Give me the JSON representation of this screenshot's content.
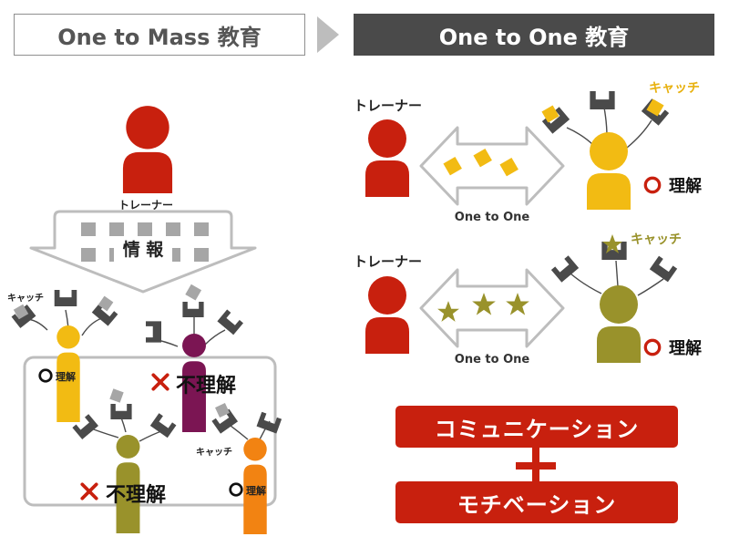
{
  "header": {
    "left_title": "One to Mass 教育",
    "right_title": "One to One 教育"
  },
  "left_panel": {
    "trainer_label": "トレーナー",
    "info_label": "情 報",
    "catch_label_1": "キャッチ",
    "catch_label_2": "キャッチ",
    "understand_label_1": "理解",
    "understand_label_2": "理解",
    "not_understand_label_1": "不理解",
    "not_understand_label_2": "不理解"
  },
  "right_panel": {
    "row1": {
      "trainer_label": "トレーナー",
      "arrow_label": "One to One",
      "catch_label": "キャッチ",
      "understand_label": "理解"
    },
    "row2": {
      "trainer_label": "トレーナー",
      "arrow_label": "One to One",
      "catch_label": "キャッチ",
      "understand_label": "理解"
    }
  },
  "bottom": {
    "communication_label": "コミュニケーション",
    "motivation_label": "モチベーション"
  },
  "colors": {
    "trainer_red": "#c8200e",
    "yellow": "#f2bb13",
    "purple": "#7b1553",
    "olive": "#99922b",
    "orange": "#f28312",
    "dark_gray": "#4a4a4a",
    "light_gray": "#a6a6a6"
  }
}
